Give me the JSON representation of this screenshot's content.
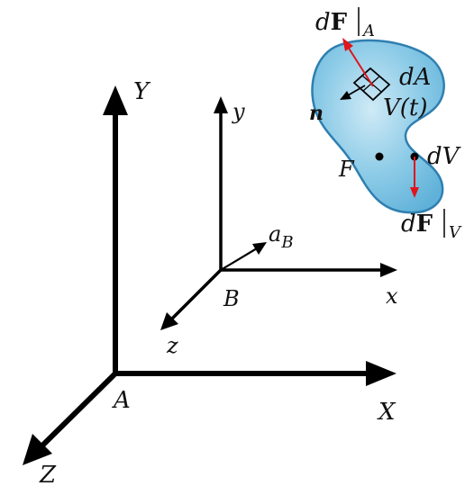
{
  "colors": {
    "axis": "#000000",
    "body_fill": "#7fc4e3",
    "body_stroke": "#2f7fb0",
    "force_vector": "#e0141c"
  },
  "labels": {
    "global_x": "X",
    "global_y": "Y",
    "global_z": "Z",
    "global_origin": "A",
    "local_x": "x",
    "local_y": "y",
    "local_z": "z",
    "local_origin": "B",
    "accel_main": "a",
    "accel_sub": "B",
    "dF": "d",
    "F_vec": "F",
    "A_sub": "A",
    "V_sub": "V",
    "dA": "dA",
    "volume": "V(t)",
    "normal": "n",
    "point_F": "F",
    "dV": "dV"
  }
}
